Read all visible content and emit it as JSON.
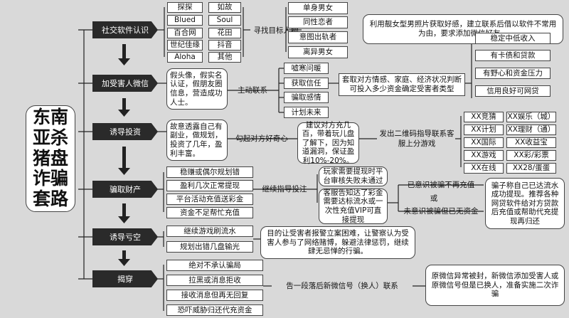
{
  "title": "东南亚杀猪盘诈骗套路",
  "stages": [
    "社交软件认识",
    "加受害人微信",
    "诱导投资",
    "骗取财产",
    "诱导亏空",
    "揭穿"
  ],
  "apps": [
    "探探",
    "如故",
    "Blued",
    "Soul",
    "百合网",
    "花田",
    "世纪佳缘",
    "抖音",
    "Aloha",
    "其他"
  ],
  "social": {
    "find_label": "寻找目标人物",
    "targets": [
      "单身男女",
      "同性恋者",
      "意图出轨者",
      "离异男女"
    ],
    "note": "利用靓女型男照片获取好感，建立联系后借以软件不常用为由，要求添加微信好友。"
  },
  "wechat": {
    "desc": "假头像，假实名认证，假朋友圈信息，营造成功人士。",
    "contact_label": "主动联系",
    "actions": [
      "嘘寒问暖",
      "获取信任",
      "骗取感情",
      "计划未来"
    ],
    "assess": "套取对方情感、家庭、经济状况判断可投入多少资金确定受害者类型",
    "types": [
      "稳定中低收入",
      "有卡债和贷款",
      "有野心和资金压力",
      "信用良好可网贷"
    ]
  },
  "invest": {
    "desc": "故意透露自己有副业，做规划，投资了几年，盈利丰富。",
    "curiosity_label": "勾起对方好奇心",
    "suggest": "建议对方充几百，带着玩儿盘了解下，因为知道漏洞，保证盈利10%-20%。",
    "qr_label": "发出二维码指导联系客服上分游戏",
    "platforms": [
      "XX竞猜",
      "XX娱乐（城）",
      "XX计划",
      "XX理财（通）",
      "XX国际",
      "XX收益宝",
      "XX游戏",
      "XX彩/彩票",
      "XX在线",
      "XX28/蛋蛋"
    ]
  },
  "defraud": {
    "items": [
      "稳赚或偶尔规划错",
      "盈利几次正常提现",
      "平台活动充值送彩金",
      "资金不足帮忙充值"
    ],
    "guide_label": "继续指导投注",
    "box1": "玩家需要提现时平台审核失败未通过",
    "box2": "客服告知达了彩金需要达标流水或一次性充值VIP可直接提现",
    "aware1": "已意识被骗不再充值",
    "or_label": "或",
    "aware2": "未意识被骗但已无资金",
    "excuse": "骗子称自己已达流水成功提现。推荐各种网贷软件给对方贷款后充值或帮助代充提现再归还"
  },
  "deficit": {
    "items": [
      "继续游戏刷流水",
      "规划出错几盘输光"
    ],
    "note": "目的让受害者报警立案困难，让警察认为受害人参与了网络赌博，躲避法律惩罚，继续肆无忌惮的行骗。"
  },
  "expose": {
    "items": [
      "绝对不承认骗局",
      "拉黑或消息拒收",
      "接收消息但再无回复",
      "恐吓威胁归还代充资金"
    ],
    "inform_label": "告一段落后新微信号（换人）联系",
    "note": "原微信异常被封，新微信添加受害人或原微信号但是已换人，准备实施二次诈骗"
  }
}
